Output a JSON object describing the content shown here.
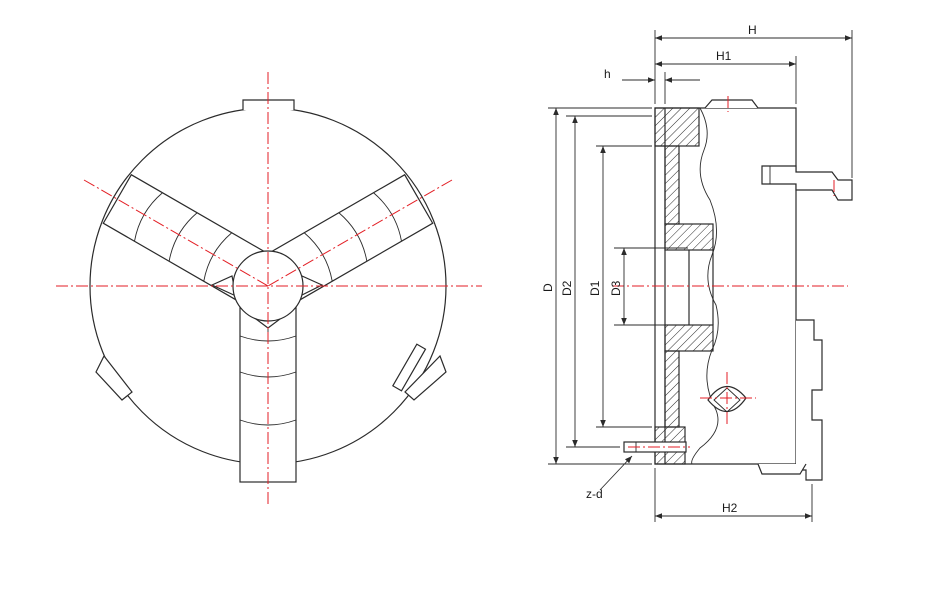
{
  "colors": {
    "line": "#2b2b2b",
    "centerline": "#e31e24",
    "background": "#ffffff"
  },
  "views": {
    "front": {
      "name": "three-jaw chuck front view"
    },
    "side": {
      "name": "three-jaw chuck section view"
    }
  },
  "dimensions": {
    "H": "H",
    "H1": "H1",
    "h": "h",
    "H2": "H2",
    "D": "D",
    "D2": "D2",
    "D1": "D1",
    "D3": "D3",
    "zd": "z-d"
  }
}
